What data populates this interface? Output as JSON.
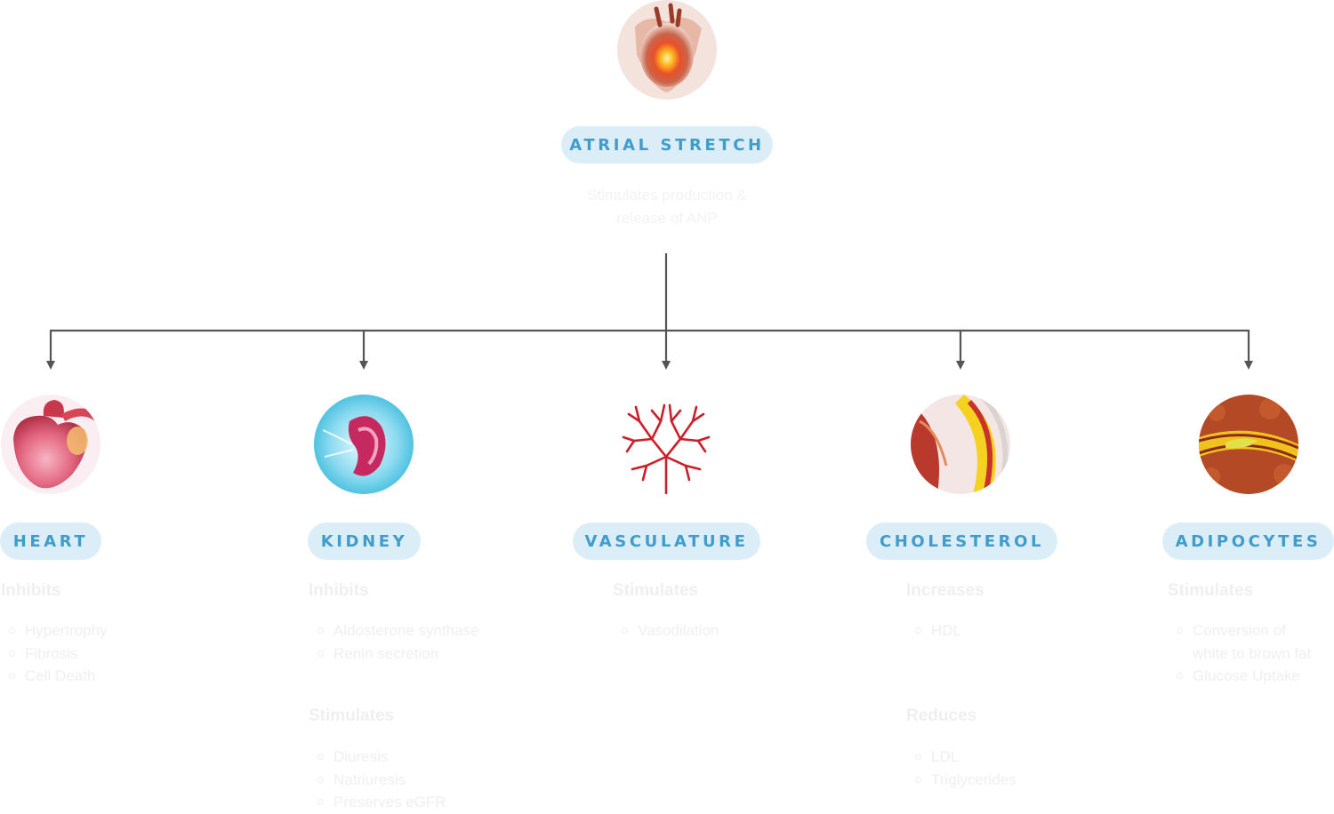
{
  "top": {
    "icon": "heart-glow-icon",
    "label": "ATRIAL STRETCH",
    "subtitle": "Stimulates production & release of ANP"
  },
  "colors": {
    "pill_bg": "#dbeef7",
    "pill_text": "#3f9ccb",
    "connector": "#555555"
  },
  "targets": [
    {
      "label": "HEART",
      "icon": "heart-icon",
      "groups": [
        {
          "heading": "Inhibits",
          "items": [
            "Hypertrophy",
            "Fibrosis",
            "Cell Death"
          ]
        }
      ]
    },
    {
      "label": "KIDNEY",
      "icon": "kidney-icon",
      "groups": [
        {
          "heading": "Inhibits",
          "items": [
            "Aldosterone synthase",
            "Renin secretion"
          ]
        },
        {
          "heading": "Stimulates",
          "items": [
            "Diuresis",
            "Natriuresis",
            "Preserves eGFR"
          ]
        }
      ]
    },
    {
      "label": "VASCULATURE",
      "icon": "vessels-icon",
      "groups": [
        {
          "heading": "Stimulates",
          "items": [
            "Vasodilation"
          ]
        }
      ]
    },
    {
      "label": "CHOLESTEROL",
      "icon": "artery-plaque-icon",
      "groups": [
        {
          "heading": "Increases",
          "items": [
            "HDL"
          ]
        },
        {
          "heading": "Reduces",
          "items": [
            "LDL",
            "Triglycerides"
          ]
        }
      ]
    },
    {
      "label": "ADIPOCYTES",
      "icon": "fat-tissue-icon",
      "groups": [
        {
          "heading": "Stimulates",
          "items": [
            "Conversion of white to brown fat",
            "Glucose Uptake"
          ]
        }
      ]
    }
  ]
}
